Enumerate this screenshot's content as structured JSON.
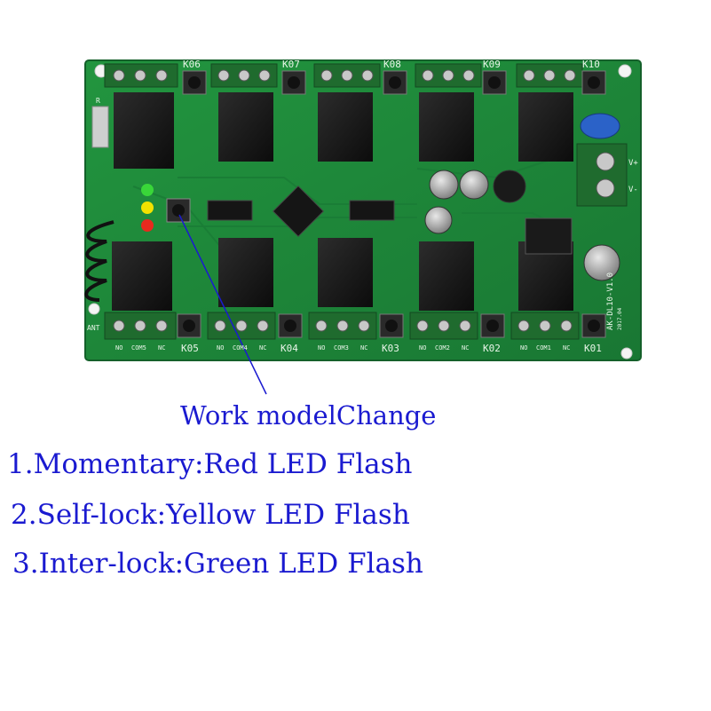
{
  "board": {
    "model_label": "AK-DL10-V1.0",
    "date_label": "2017.04",
    "antenna_label": "ANT",
    "crystal_label": "R",
    "power_labels": [
      "V+",
      "V-"
    ],
    "top_buttons": [
      "K06",
      "K07",
      "K08",
      "K09",
      "K10"
    ],
    "bottom_buttons": [
      "K05",
      "K04",
      "K03",
      "K02",
      "K01"
    ],
    "bottom_terminals": [
      [
        "NO",
        "COM5",
        "NC"
      ],
      [
        "NO",
        "COM4",
        "NC"
      ],
      [
        "NO",
        "COM3",
        "NC"
      ],
      [
        "NO",
        "COM2",
        "NC"
      ],
      [
        "NO",
        "COM1",
        "NC"
      ]
    ],
    "led_colors": {
      "green": "#39d639",
      "yellow": "#f2e200",
      "red": "#e82a1e"
    },
    "pcb_color": "#1f8a3c"
  },
  "annotations": {
    "work_mode": "Work modelChange",
    "modes": [
      "1.Momentary:Red LED Flash",
      "2.Self-lock:Yellow LED Flash",
      "3.Inter-lock:Green LED Flash"
    ],
    "text_color": "#1a1ad0"
  }
}
